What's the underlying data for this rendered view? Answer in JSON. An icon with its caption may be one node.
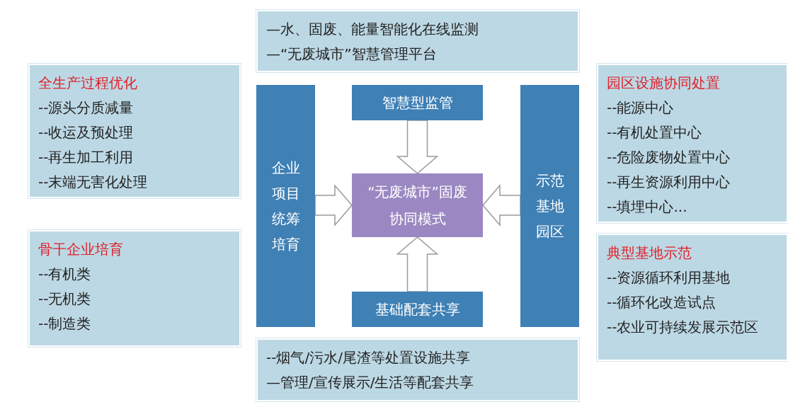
{
  "diagram": {
    "nodes": [
      {
        "text": [
          "—水、固废、能量智能化在线监测",
          "—“无废城市”智慧管理平台"
        ]
      },
      {
        "text": [
          "全生产过程优化",
          "--源头分质减量",
          "--收运及预处理",
          "--再生加工利用",
          "--末端无害化处理"
        ]
      },
      {
        "text": [
          "园区设施协同处置",
          "--能源中心",
          "--有机处置中心",
          "--危险废物处置中心",
          "--再生资源利用中心",
          "--填埋中心..."
        ]
      },
      {
        "text": [
          "企业项目统筹培育"
        ]
      },
      {
        "text": [
          "智慧型监管"
        ]
      },
      {
        "text": [
          "“无废城市”固废协同模式"
        ]
      },
      {
        "text": [
          "示范基地园区"
        ]
      },
      {
        "text": [
          "基础配套共享"
        ]
      },
      {
        "text": [
          "骨干企业培育",
          "--有机类",
          "--无机类",
          "--制造类"
        ]
      },
      {
        "text": [
          "典型基地示范",
          "--资源循环利用基地",
          "--循环化改造试点",
          "--农业可持续发展示范区"
        ]
      },
      {
        "text": [
          "--烟气/污水/尾渣等处置设施共享",
          "—管理/宣传展示/生活等配套共享"
        ]
      }
    ],
    "edges": [
      {
        "from": 4,
        "to": 5,
        "arrow": "to"
      },
      {
        "from": 3,
        "to": 5,
        "arrow": "to"
      },
      {
        "from": 6,
        "to": 5,
        "arrow": "to"
      },
      {
        "from": 7,
        "to": 5,
        "arrow": "to"
      }
    ]
  }
}
